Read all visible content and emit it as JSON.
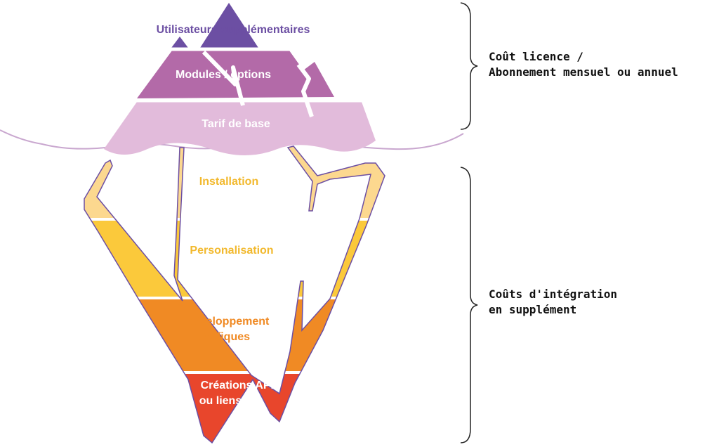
{
  "tip": {
    "layers": [
      {
        "label": "Utilisateurs supplémentaires",
        "color": "#6c4fa3",
        "text_color": "#6c4fa3"
      },
      {
        "label": "Modules / options",
        "color": "#b36aa8",
        "text_color": "#ffffff"
      },
      {
        "label": "Tarif de base",
        "color": "#e2bbdb",
        "text_color": "#ffffff"
      }
    ]
  },
  "underwater": {
    "layers": [
      {
        "label": "Installation",
        "color": "#fcd88f",
        "text_color": "#f2b92e"
      },
      {
        "label": "Personalisation",
        "color": "#fbc93b",
        "text_color": "#f2b92e"
      },
      {
        "label": "Développement spécifiques",
        "lines": [
          "Développement",
          "spécifiques"
        ],
        "color": "#f08a24",
        "text_color": "#f08a24"
      },
      {
        "label": "Créations API ou liens",
        "lines": [
          "Créations API",
          "ou liens"
        ],
        "color": "#e8462c",
        "text_color": "#ffffff"
      }
    ]
  },
  "braces": {
    "top": {
      "lines": [
        "Coût licence /",
        "Abonnement mensuel ou annuel"
      ]
    },
    "bottom": {
      "lines": [
        "Coûts d'intégration",
        "en supplément"
      ]
    }
  },
  "colors": {
    "outline": "#6c4fa3",
    "water": "#c9a7cf",
    "brace": "#222222"
  }
}
